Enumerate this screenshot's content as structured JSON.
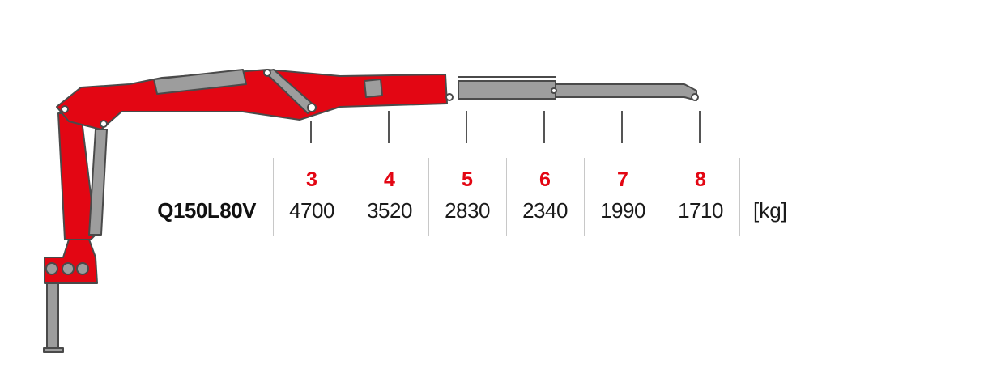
{
  "model": "Q150L80V",
  "unit": "[kg]",
  "colors": {
    "accent": "#e30613",
    "crane_red": "#e30613",
    "cylinder_grey": "#9d9d9d",
    "outline": "#4a4a4a"
  },
  "load_table": [
    {
      "reach": "3",
      "capacity": "4700"
    },
    {
      "reach": "4",
      "capacity": "3520"
    },
    {
      "reach": "5",
      "capacity": "2830"
    },
    {
      "reach": "6",
      "capacity": "2340"
    },
    {
      "reach": "7",
      "capacity": "1990"
    },
    {
      "reach": "8",
      "capacity": "1710"
    }
  ]
}
